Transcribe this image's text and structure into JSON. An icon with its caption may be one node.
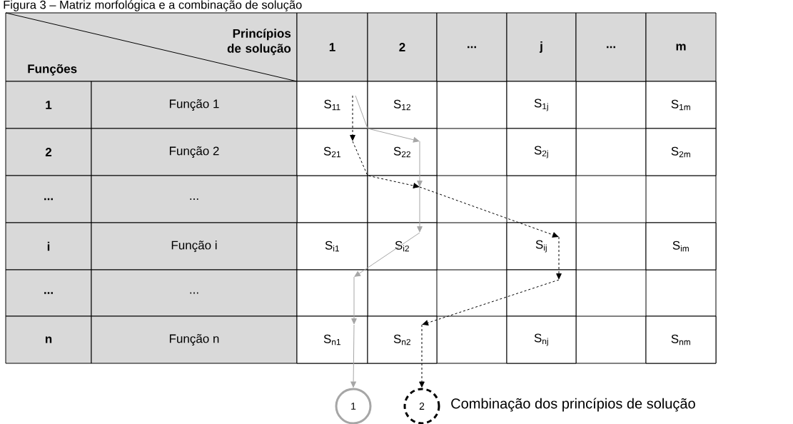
{
  "diagram": {
    "title": "Figura 3 – Matriz morfológica e a combinação de solução",
    "nodes": [
      {
        "text": [
          "Princípios de solução",
          "Funções"
        ]
      },
      {
        "text": [
          "1"
        ]
      },
      {
        "text": [
          "2"
        ]
      },
      {
        "text": [
          "..."
        ]
      },
      {
        "text": [
          "j"
        ]
      },
      {
        "text": [
          "..."
        ]
      },
      {
        "text": [
          "m"
        ]
      },
      {
        "text": [
          "1"
        ]
      },
      {
        "text": [
          "Função 1"
        ]
      },
      {
        "text": [
          "S$_{11}$"
        ]
      },
      {
        "text": [
          "S$_{12}$"
        ]
      },
      {
        "text": [
          "S$_{1j}$"
        ]
      },
      {
        "text": [
          "S$_{1m}$"
        ]
      },
      {
        "text": [
          "2"
        ]
      },
      {
        "text": [
          "Função 2"
        ]
      },
      {
        "text": [
          "S$_{21}$"
        ]
      },
      {
        "text": [
          "S$_{22}$"
        ]
      },
      {
        "text": [
          "S$_{2j}$"
        ]
      },
      {
        "text": [
          "S$_{2m}$"
        ]
      },
      {
        "text": [
          "..."
        ]
      },
      {
        "text": [
          "..."
        ]
      },
      {
        "text": [],
        "shape": "box"
      },
      {
        "text": [
          "i"
        ]
      },
      {
        "text": [
          "Função i"
        ]
      },
      {
        "text": [
          "S$_{i1}$"
        ]
      },
      {
        "text": [
          "S$_{i2}$"
        ]
      },
      {
        "text": [
          "S$_{ij}$"
        ]
      },
      {
        "text": [
          "S$_{im}$"
        ]
      },
      {
        "text": [
          "..."
        ]
      },
      {
        "text": [
          "..."
        ]
      },
      {
        "text": [],
        "shape": "box"
      },
      {
        "text": [],
        "shape": "box"
      },
      {
        "text": [
          "n"
        ]
      },
      {
        "text": [
          "Função n"
        ]
      },
      {
        "text": [
          "S$_{n1}$"
        ]
      },
      {
        "text": [
          "S$_{n2}$"
        ]
      },
      {
        "text": [
          "S$_{nj}$"
        ]
      },
      {
        "text": [
          "S$_{nm}$"
        ]
      },
      {
        "text": [
          "1"
        ]
      },
      {
        "text": [
          "2"
        ],
        "beside": [
          "Combinação dos princípios de solução"
        ]
      }
    ],
    "edges": [
      {
        "from": 9,
        "to": 16,
        "arrow": "to",
        "color": "#a6a6a6"
      },
      {
        "from": 16,
        "to": 21,
        "arrow": "to",
        "color": "#a6a6a6"
      },
      {
        "from": 21,
        "to": 25,
        "arrow": "to",
        "color": "#a6a6a6"
      },
      {
        "from": 25,
        "to": 30,
        "arrow": "to",
        "color": "#a6a6a6"
      },
      {
        "from": 30,
        "to": 34,
        "arrow": "to",
        "color": "#a6a6a6"
      },
      {
        "from": 34,
        "to": 38,
        "arrow": "to",
        "color": "#a6a6a6"
      },
      {
        "from": 9,
        "to": 15,
        "arrow": "to",
        "style": "dashed",
        "color": "#000000"
      },
      {
        "from": 15,
        "to": 21,
        "arrow": "to",
        "style": "dashed",
        "color": "#000000"
      },
      {
        "from": 21,
        "to": 26,
        "arrow": "to",
        "style": "dashed",
        "color": "#000000"
      },
      {
        "from": 26,
        "to": 31,
        "arrow": "to",
        "style": "dashed",
        "color": "#000000"
      },
      {
        "from": 31,
        "to": 35,
        "arrow": "to",
        "style": "dashed",
        "color": "#000000"
      },
      {
        "from": 35,
        "to": 39,
        "arrow": "to",
        "style": "dashed",
        "color": "#000000"
      }
    ]
  }
}
